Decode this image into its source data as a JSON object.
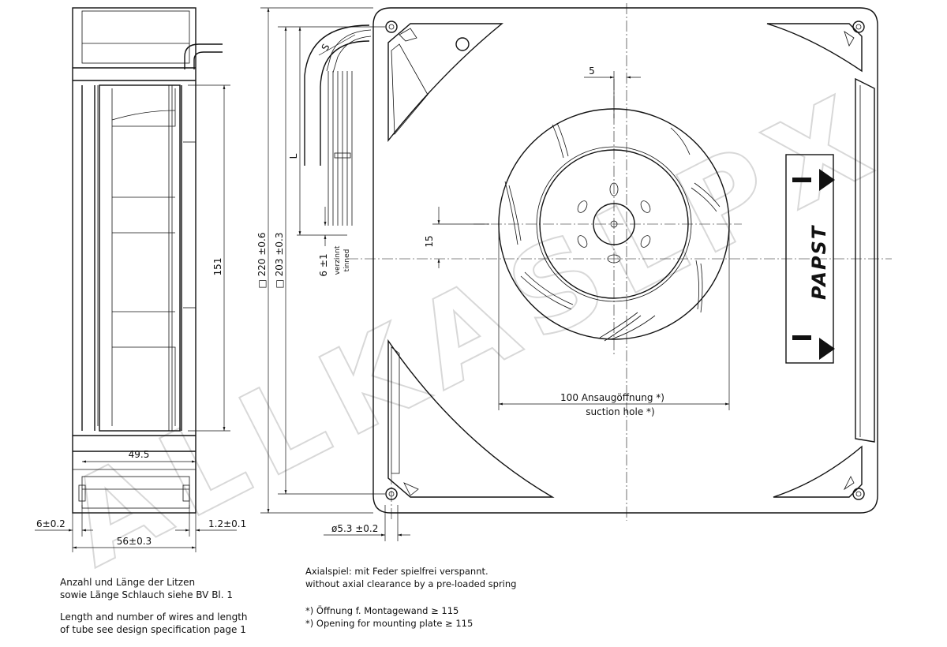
{
  "watermark": "ALLKASLPX",
  "brand": {
    "logo": "PAPST"
  },
  "dimensions": {
    "total_height": "□ 220 ±0.6",
    "hole_spacing": "□ 203 ±0.3",
    "side_height": "151",
    "depth_inner": "49.5",
    "flange_left": "6±0.2",
    "flange_right": "1.2±0.1",
    "depth_total": "56±0.3",
    "hole_diameter": "ø5.3 ±0.2",
    "offset_top": "5",
    "offset_side": "15",
    "wire_length": "L",
    "tube_label": "S",
    "tinned_length": "6 ±1",
    "tinned_de": "verzinnt",
    "tinned_en": "tinned",
    "suction_de": "100 Ansaugöffnung *)",
    "suction_en": "suction hole *)"
  },
  "notes_left": {
    "de_line1": "Anzahl und Länge der Litzen",
    "de_line2": "sowie Länge Schlauch siehe BV Bl. 1",
    "en_line1": "Length and number of wires and length",
    "en_line2": "of tube see design specification page 1"
  },
  "notes_right": {
    "axial_de": "Axialspiel: mit Feder spielfrei verspannt.",
    "axial_en": "without axial clearance by a pre-loaded spring",
    "opening_de": "*) Öffnung f. Montagewand ≥ 115",
    "opening_en": "*) Opening for mounting plate ≥ 115"
  }
}
